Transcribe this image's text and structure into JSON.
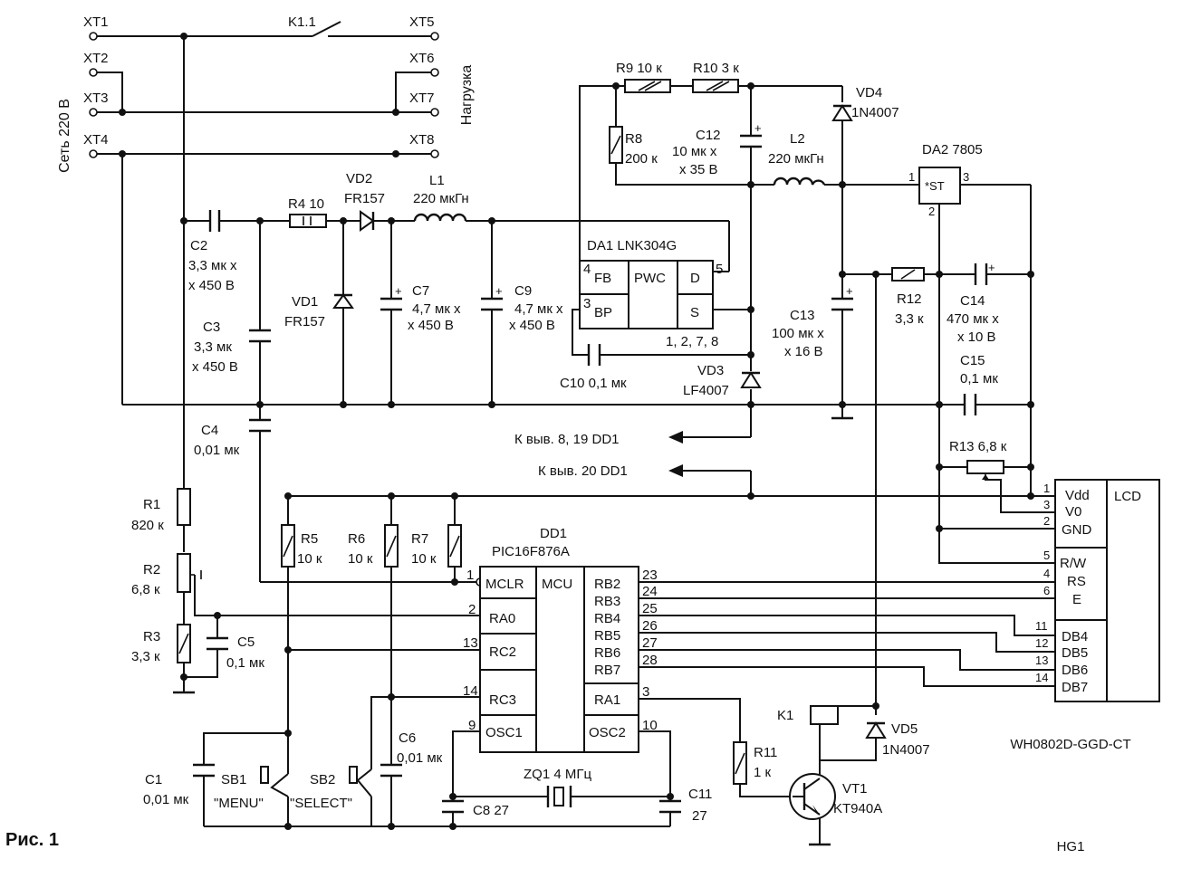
{
  "figure_label": "Рис. 1",
  "mains_label": "Сеть 220 В",
  "load_label": "Нагрузка",
  "terminals": [
    "XT1",
    "XT2",
    "XT3",
    "XT4",
    "XT5",
    "XT6",
    "XT7",
    "XT8"
  ],
  "relay_contact": "K1.1",
  "resistors": {
    "r1": [
      "R1",
      "820 к"
    ],
    "r2": [
      "R2",
      "6,8 к"
    ],
    "r3": [
      "R3",
      "3,3 к"
    ],
    "r4": "R4 10",
    "r5": [
      "R5",
      "10 к"
    ],
    "r6": [
      "R6",
      "10 к"
    ],
    "r7": [
      "R7",
      "10 к"
    ],
    "r8": [
      "R8",
      "200 к"
    ],
    "r9": "R9 10 к",
    "r10": "R10 3 к",
    "r11": [
      "R11",
      "1 к"
    ],
    "r12": [
      "R12",
      "3,3 к"
    ],
    "r13": "R13 6,8 к"
  },
  "capacitors": {
    "c1": [
      "C1",
      "0,01 мк"
    ],
    "c2": [
      "C2",
      "3,3 мк х",
      "х 450 В"
    ],
    "c3": [
      "C3",
      "3,3 мк",
      "х 450 В"
    ],
    "c4": [
      "C4",
      "0,01 мк"
    ],
    "c5": [
      "C5",
      "0,1 мк"
    ],
    "c6": [
      "C6",
      "0,01 мк"
    ],
    "c7": [
      "C7",
      "4,7 мк х",
      "х 450 В"
    ],
    "c8": "C8  27",
    "c9": [
      "C9",
      "4,7 мк х",
      "х 450 В"
    ],
    "c10": "C10 0,1 мк",
    "c11": [
      "C11",
      "27"
    ],
    "c12": [
      "C12",
      "10 мк х",
      "х 35 В"
    ],
    "c13": [
      "C13",
      "100 мк х",
      "х 16 В"
    ],
    "c14": [
      "C14",
      "470 мк х",
      "х 10 В"
    ],
    "c15": [
      "C15",
      "0,1 мк"
    ]
  },
  "diodes": {
    "vd1": [
      "VD1",
      "FR157"
    ],
    "vd2": [
      "VD2",
      "FR157"
    ],
    "vd3": [
      "VD3",
      "LF4007"
    ],
    "vd4": [
      "VD4",
      "1N4007"
    ],
    "vd5": [
      "VD5",
      "1N4007"
    ]
  },
  "inductors": {
    "l1": [
      "L1",
      "220 мкГн"
    ],
    "l2": [
      "L2",
      "220 мкГн"
    ]
  },
  "da1": {
    "title": "DA1 LNK304G",
    "pins": [
      "FB",
      "PWC",
      "D",
      "BP",
      "S"
    ],
    "pin_nums": [
      "4",
      "5",
      "3"
    ],
    "gnd_pins": "1, 2, 7, 8"
  },
  "da2": {
    "title": "DA2 7805",
    "mark": "*ST",
    "pins": [
      "1",
      "2",
      "3"
    ]
  },
  "dd1": {
    "title": [
      "DD1",
      "PIC16F876A"
    ],
    "core": "MCU",
    "left_pins": [
      [
        "MCLR",
        "1"
      ],
      [
        "RA0",
        "2"
      ],
      [
        "RC2",
        "13"
      ],
      [
        "RC3",
        "14"
      ],
      [
        "OSC1",
        "9"
      ]
    ],
    "right_pins": [
      [
        "RB2",
        "23"
      ],
      [
        "RB3",
        "24"
      ],
      [
        "RB4",
        "25"
      ],
      [
        "RB5",
        "26"
      ],
      [
        "RB6",
        "27"
      ],
      [
        "RB7",
        "28"
      ],
      [
        "RA1",
        "3"
      ],
      [
        "OSC2",
        "10"
      ]
    ]
  },
  "hg1": {
    "name": [
      "HG1",
      "WH0802D-GGD-CT"
    ],
    "type": "LCD",
    "pins": [
      [
        "1",
        "Vdd"
      ],
      [
        "3",
        "V0"
      ],
      [
        "2",
        "GND"
      ],
      [
        "5",
        "R/W"
      ],
      [
        "4",
        "RS"
      ],
      [
        "6",
        "E"
      ],
      [
        "11",
        "DB4"
      ],
      [
        "12",
        "DB5"
      ],
      [
        "13",
        "DB6"
      ],
      [
        "14",
        "DB7"
      ]
    ]
  },
  "buttons": {
    "sb1": [
      "SB1",
      "\"MENU\""
    ],
    "sb2": [
      "SB2",
      "\"SELECT\""
    ]
  },
  "crystal": "ZQ1 4 МГц",
  "transistor": [
    "VT1",
    "KT940A"
  ],
  "relay": "K1",
  "outputs": [
    "К выв. 8, 19 DD1",
    "К выв. 20 DD1"
  ]
}
